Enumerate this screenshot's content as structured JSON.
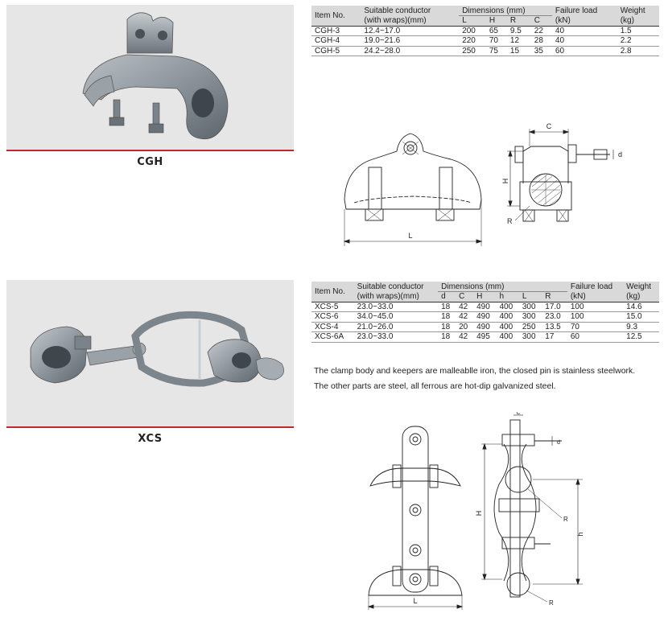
{
  "products": [
    {
      "caption": "CGH",
      "table": {
        "item_no_header": "Item No.",
        "conductor_header_1": "Suitable conductor",
        "conductor_header_2": "(with wraps)(mm)",
        "dimensions_header": "Dimensions (mm)",
        "failure_header_1": "Failure load",
        "failure_header_2": "(kN)",
        "weight_header_1": "Weight",
        "weight_header_2": "(kg)",
        "dim_columns": [
          "L",
          "H",
          "R",
          "C"
        ],
        "rows": [
          [
            "CGH-3",
            "12.4~17.0",
            "200",
            "65",
            "9.5",
            "22",
            "40",
            "1.5"
          ],
          [
            "CGH-4",
            "19.0~21.6",
            "220",
            "70",
            "12",
            "28",
            "40",
            "2.2"
          ],
          [
            "CGH-5",
            "24.2~28.0",
            "250",
            "75",
            "15",
            "35",
            "60",
            "2.8"
          ]
        ]
      },
      "drawing_labels": {
        "L": "L",
        "H": "H",
        "R": "R",
        "C": "C",
        "d": "d"
      }
    },
    {
      "caption": "XCS",
      "table": {
        "item_no_header": "Item No.",
        "conductor_header_1": "Suitable conductor",
        "conductor_header_2": "(with wraps)(mm)",
        "dimensions_header": "Dimensions (mm)",
        "failure_header_1": "Failure load",
        "failure_header_2": "(kN)",
        "weight_header_1": "Weight",
        "weight_header_2": "(kg)",
        "dim_columns": [
          "d",
          "C",
          "H",
          "h",
          "L",
          "R"
        ],
        "rows": [
          [
            "XCS-5",
            "23.0~33.0",
            "18",
            "42",
            "490",
            "400",
            "300",
            "17.0",
            "100",
            "14.6"
          ],
          [
            "XCS-6",
            "34.0~45.0",
            "18",
            "42",
            "490",
            "400",
            "300",
            "23.0",
            "100",
            "15.0"
          ],
          [
            "XCS-4",
            "21.0~26.0",
            "18",
            "20",
            "490",
            "400",
            "250",
            "13.5",
            "70",
            "9.3"
          ],
          [
            "XCS-6A",
            "23.0~33.0",
            "18",
            "42",
            "495",
            "400",
            "300",
            "17",
            "60",
            "12.5"
          ]
        ]
      },
      "note": [
        "The clamp body and keepers are malleablle iron, the closed pin is stainless steelwork.",
        "The other parts are steel, all ferrous are hot-dip galvanized steel."
      ],
      "drawing_labels": {
        "L": "L",
        "H": "H",
        "h": "h",
        "R": "R",
        "C": "C",
        "d": "d"
      }
    }
  ]
}
